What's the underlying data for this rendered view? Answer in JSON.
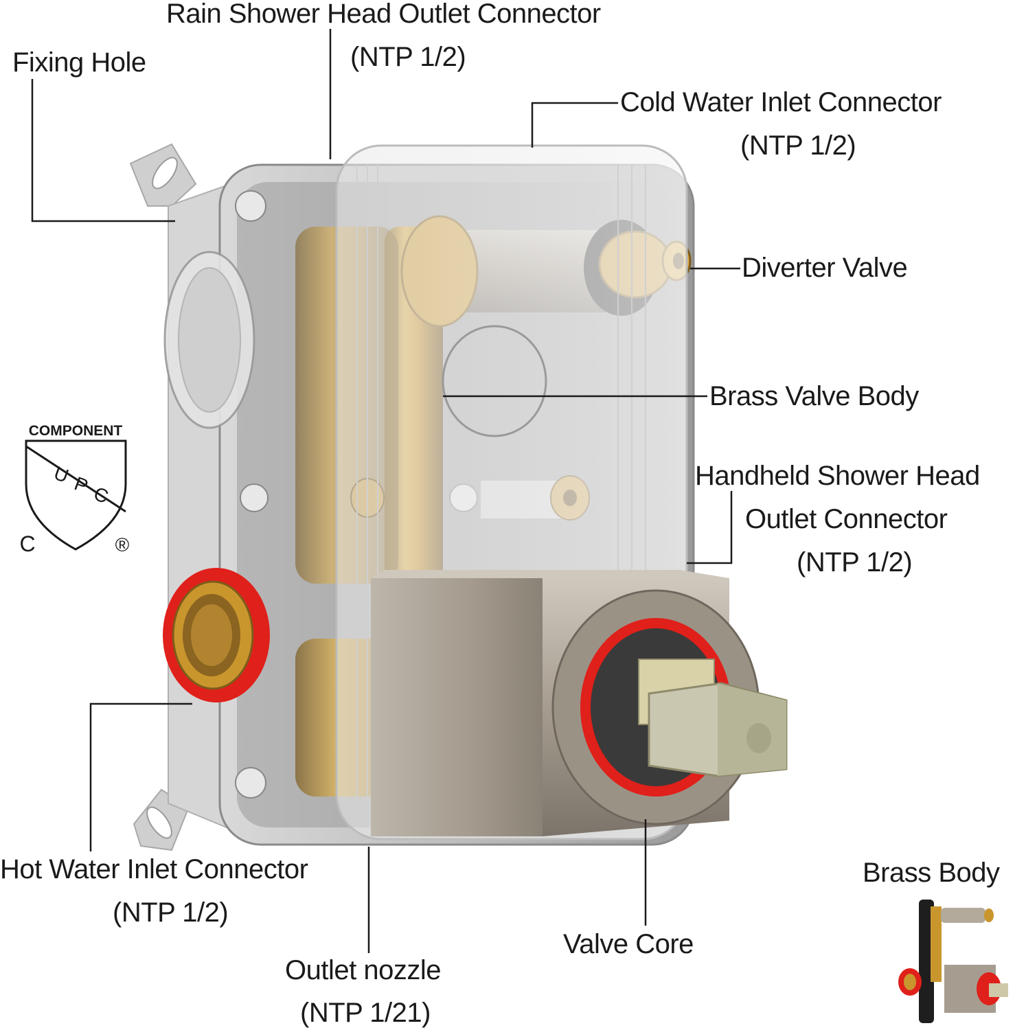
{
  "labels": {
    "rain_shower_title": "Rain Shower Head Outlet Connector",
    "rain_shower_spec": "(NTP 1/2)",
    "fixing_hole": "Fixing Hole",
    "cold_water_title": "Cold Water Inlet Connector",
    "cold_water_spec": "(NTP 1/2)",
    "diverter_valve": "Diverter Valve",
    "brass_valve_body": "Brass Valve Body",
    "handheld_line1": "Handheld Shower Head",
    "handheld_line2": "Outlet Connector",
    "handheld_spec": "(NTP 1/2)",
    "hot_water_title": "Hot Water Inlet Connector",
    "hot_water_spec": "(NTP 1/2)",
    "outlet_nozzle_title": "Outlet nozzle",
    "outlet_nozzle_spec": "(NTP 1/21)",
    "valve_core": "Valve Core",
    "brass_body": "Brass Body"
  },
  "certification": {
    "component": "COMPONENT",
    "letters": [
      "U",
      "P",
      "C"
    ],
    "c_mark": "C",
    "registered": "®"
  },
  "colors": {
    "brass": "#c9962e",
    "nickel": "#a69d90",
    "red_seal": "#e0201a",
    "housing": "#8c8c8c",
    "line": "#1a1a1a"
  }
}
